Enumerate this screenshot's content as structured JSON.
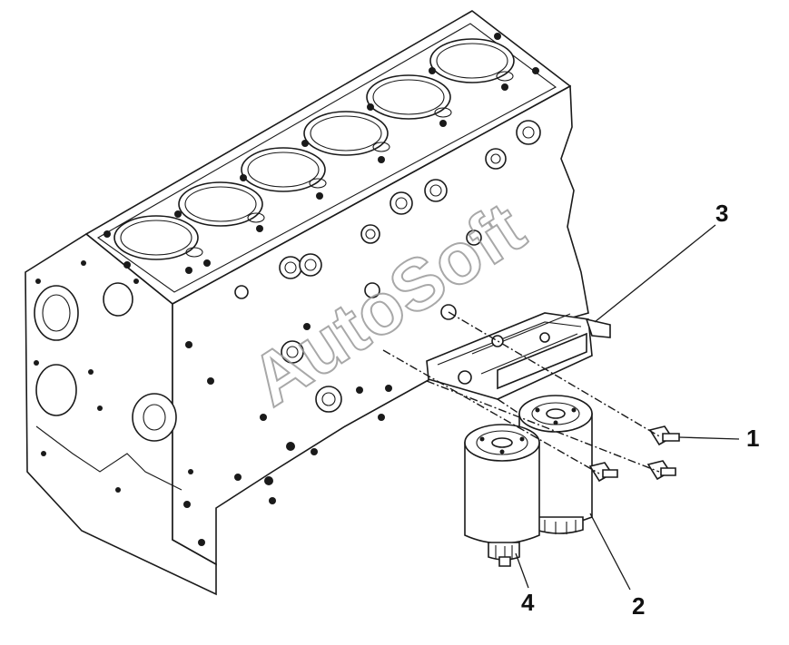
{
  "diagram": {
    "callouts": [
      {
        "id": "1",
        "label": "1"
      },
      {
        "id": "2",
        "label": "2"
      },
      {
        "id": "3",
        "label": "3"
      },
      {
        "id": "4",
        "label": "4"
      }
    ],
    "watermark": "AutoSoft"
  }
}
